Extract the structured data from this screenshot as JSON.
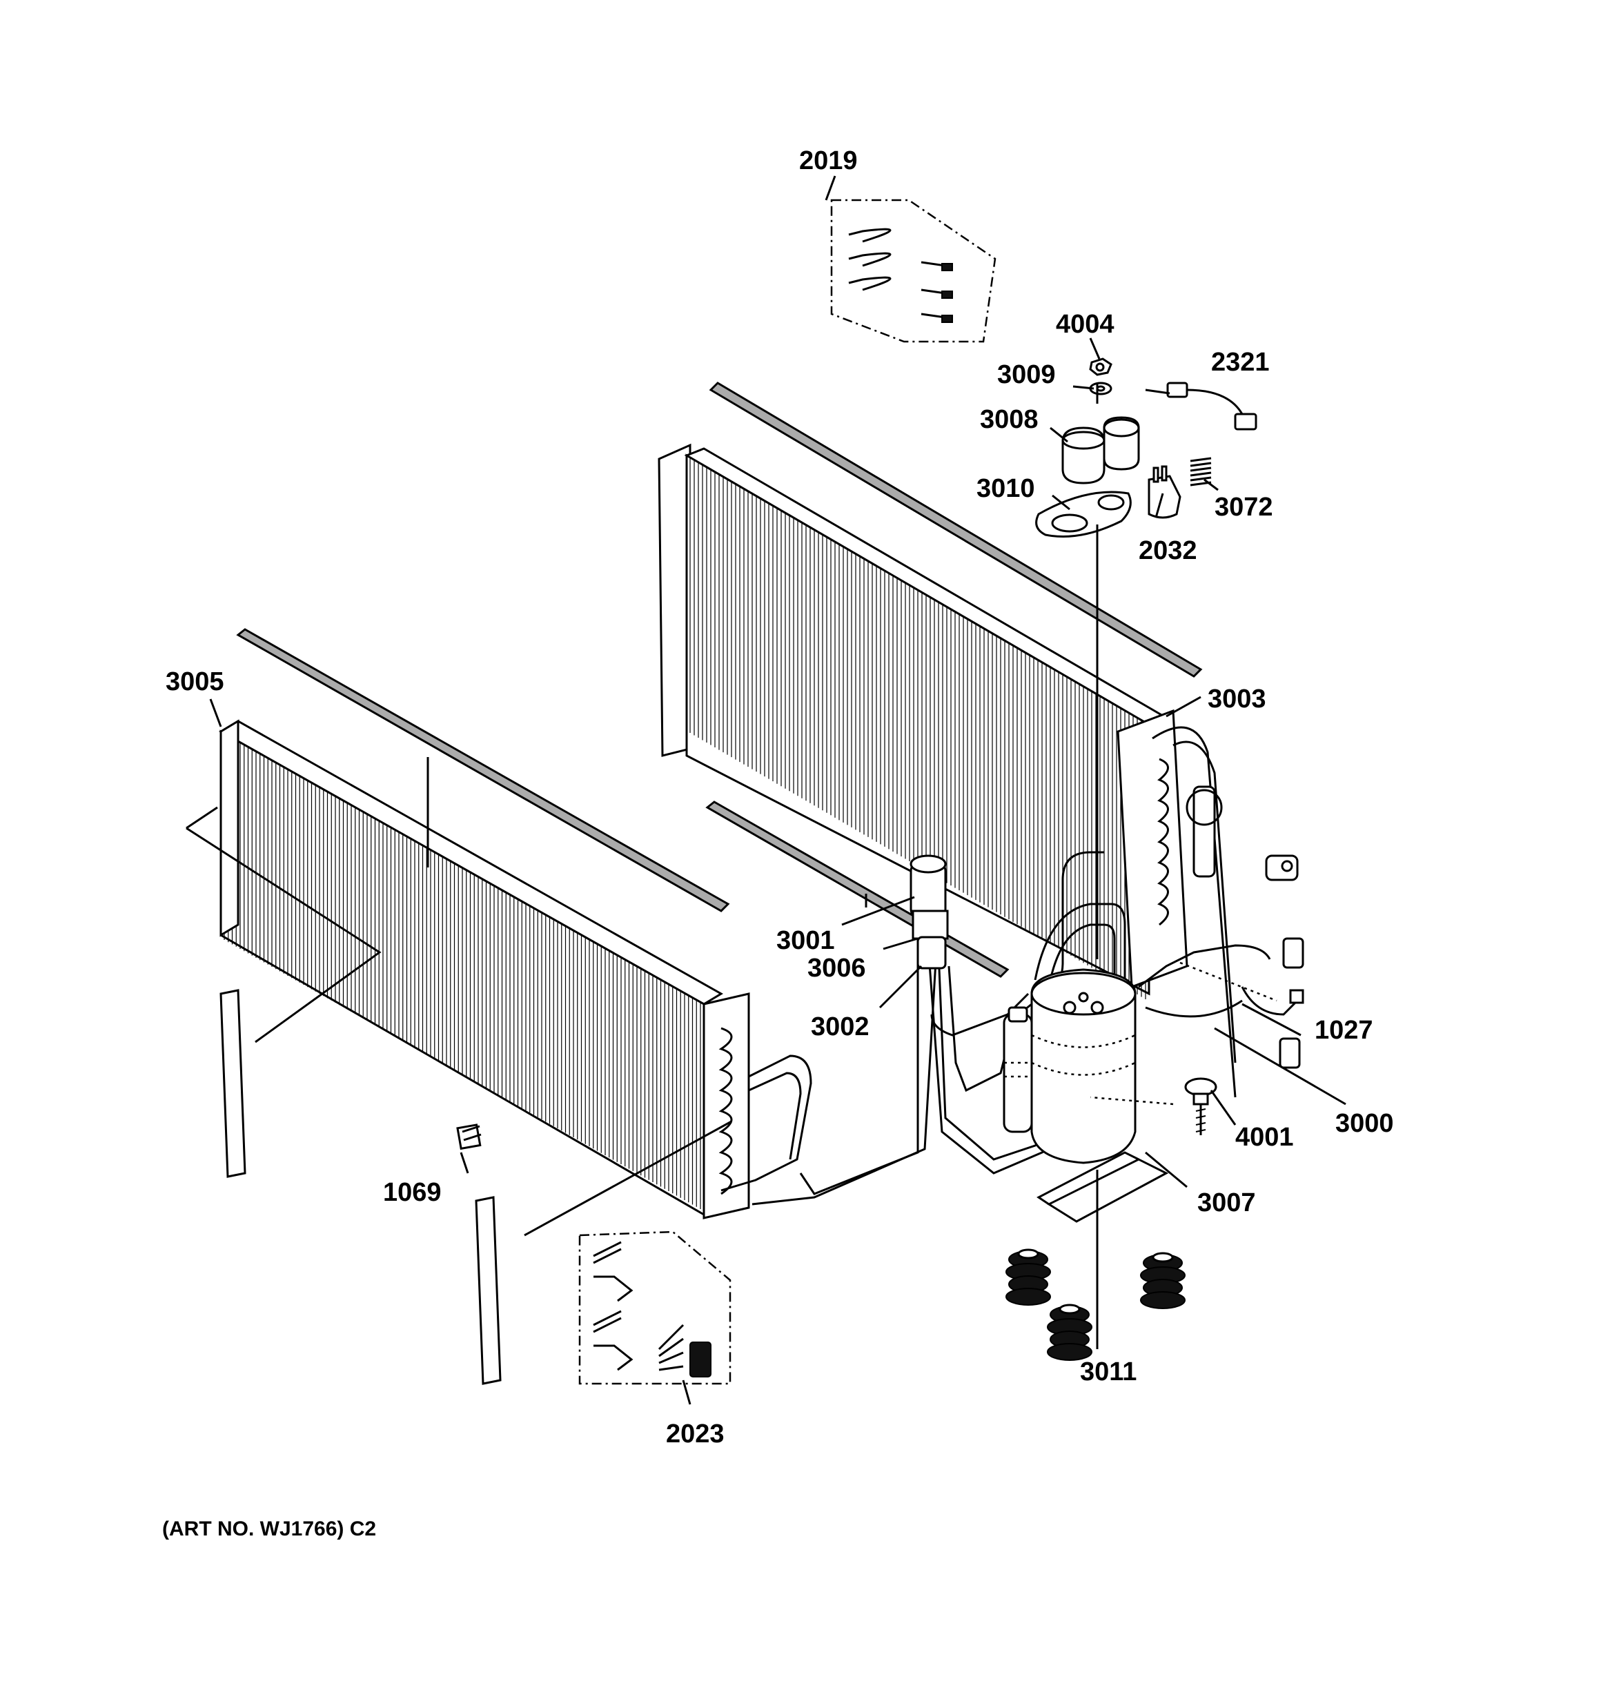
{
  "parts": {
    "p2019": "2019",
    "p4004": "4004",
    "p3009": "3009",
    "p2321": "2321",
    "p3008": "3008",
    "p3010": "3010",
    "p3072": "3072",
    "p2032": "2032",
    "p3005": "3005",
    "p3003": "3003",
    "p3001": "3001",
    "p3006": "3006",
    "p3002": "3002",
    "p1027": "1027",
    "p3000": "3000",
    "p4001": "4001",
    "p1069": "1069",
    "p3007": "3007",
    "p3011": "3011",
    "p2023": "2023"
  },
  "art_number": "(ART NO. WJ1766) C2"
}
